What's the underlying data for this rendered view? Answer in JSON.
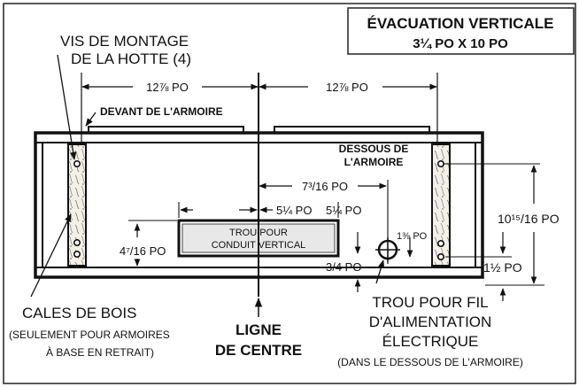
{
  "title_box": {
    "line1": "ÉVACUATION VERTICALE",
    "line2": "3¼ PO X 10 PO"
  },
  "labels": {
    "mounting_screws_1": "VIS DE MONTAGE",
    "mounting_screws_2": "DE LA HOTTE (4)",
    "cabinet_front": "DEVANT DE L'ARMOIRE",
    "cabinet_bottom_1": "DESSOUS DE",
    "cabinet_bottom_2": "L'ARMOIRE",
    "duct_hole_1": "TROU POUR",
    "duct_hole_2": "CONDUIT VERTICAL",
    "wood_shims": "CALES DE BOIS",
    "shims_note_1": "(SEULEMENT POUR ARMOIRES",
    "shims_note_2": "À BASE EN RETRAIT)",
    "centerline_1": "LIGNE",
    "centerline_2": "DE CENTRE",
    "wire_hole_1": "TROU POUR FIL",
    "wire_hole_2": "D'ALIMENTATION",
    "wire_hole_3": "ÉLECTRIQUE",
    "wire_hole_note": "(DANS LE DESSOUS DE L'ARMOIRE)"
  },
  "dimensions": {
    "left_span": "12⅞ PO",
    "right_span": "12⅞ PO",
    "wire_offset": "7³/16 PO",
    "duct_half_left": "5¼ PO",
    "duct_half_right": "5¼ PO",
    "duct_depth": "4⁷/16 PO",
    "wire_hole_dia": "1⅜ PO",
    "duct_from_back": "3/4 PO",
    "screw_height": "10¹⁵/16 PO",
    "screw_from_back": "1½ PO"
  }
}
